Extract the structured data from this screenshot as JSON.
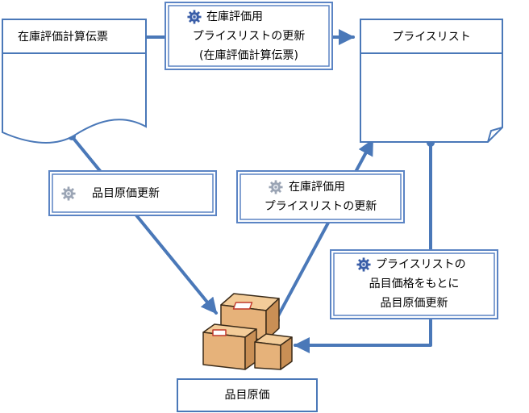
{
  "documents": {
    "valuation_slip": "在庫評価計算伝票",
    "price_list": "プライスリスト",
    "item_cost": "品目原価"
  },
  "processes": {
    "update_price_list_from_slip": [
      "在庫評価用",
      "プライスリストの更新",
      "(在庫評価計算伝票)"
    ],
    "update_item_cost": [
      "品目原価更新"
    ],
    "update_price_list": [
      "在庫評価用",
      "プライスリストの更新"
    ],
    "update_cost_from_price": [
      "プライスリストの",
      "品目価格をもとに",
      "品目原価更新"
    ]
  },
  "icons": {
    "process": "gear-icon",
    "inventory": "boxes-icon"
  },
  "colors": {
    "line": "#4a78b8",
    "box_border": "#5b84c4",
    "gear_blue": "#3a5ea8",
    "gear_gray": "#9aa4b4",
    "box_tan": "#e6b27a"
  }
}
